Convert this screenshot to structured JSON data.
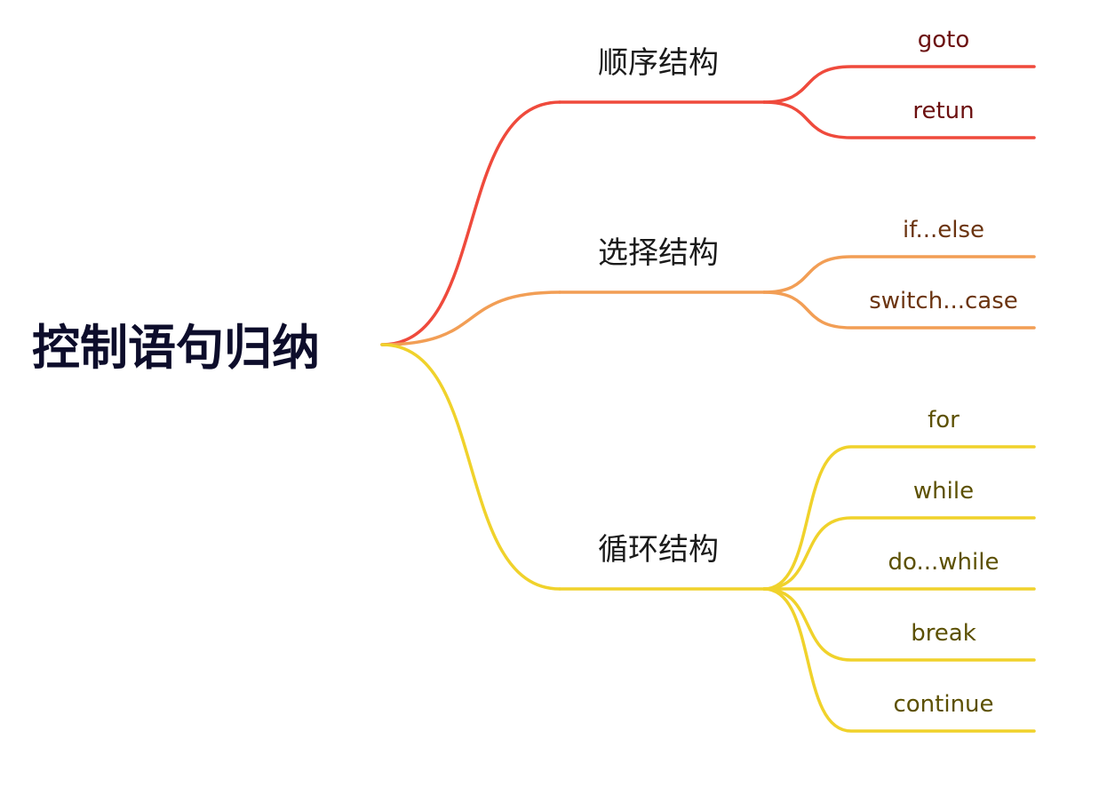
{
  "root": {
    "label": "控制语句归纳",
    "color": "#0d0d2b"
  },
  "branches": [
    {
      "label": "顺序结构",
      "color": "#ef4a3c",
      "text_color": "#6b0f0f",
      "children": [
        "goto",
        "retun"
      ]
    },
    {
      "label": "选择结构",
      "color": "#f29e55",
      "text_color": "#6b3410",
      "children": [
        "if...else",
        "switch...case"
      ]
    },
    {
      "label": "循环结构",
      "color": "#f0d22b",
      "text_color": "#5c5000",
      "children": [
        "for",
        "while",
        "do...while",
        "break",
        "continue"
      ]
    }
  ]
}
